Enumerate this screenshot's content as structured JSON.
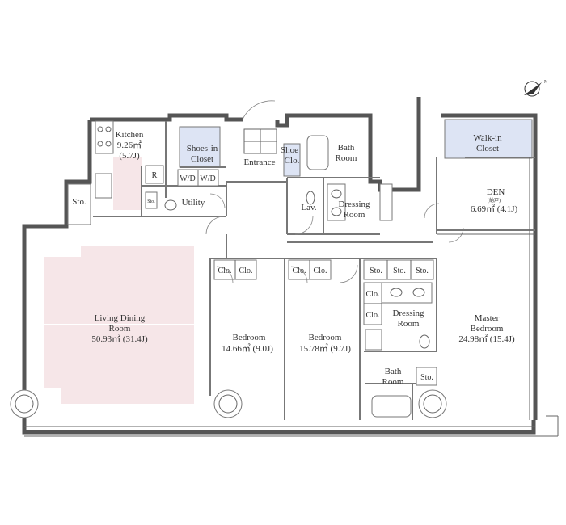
{
  "rooms": {
    "living": {
      "name1": "Living Dining",
      "name2": "Room",
      "area": "50.93㎡ (31.4J)"
    },
    "kitchen": {
      "name": "Kitchen",
      "area": "9.26㎡",
      "jo": "(5.7J)"
    },
    "shoes_closet": {
      "name1": "Shoes-in",
      "name2": "Closet"
    },
    "entrance": "Entrance",
    "shoe_clo": {
      "name1": "Shoe",
      "name2": "Clo."
    },
    "bath_top": {
      "name1": "Bath",
      "name2": "Room"
    },
    "walkin": {
      "name1": "Walk-in",
      "name2": "Closet"
    },
    "den": {
      "name": "DEN",
      "note": "(納戸)",
      "area": "6.69㎡ (4.1J)"
    },
    "lav": "Lav.",
    "dressing_top": {
      "name1": "Dressing",
      "name2": "Room"
    },
    "utility": "Utility",
    "wd1": "W/D",
    "wd2": "W/D",
    "r": "R",
    "sto_small": "Sto.",
    "sto_left": "Sto.",
    "bedroom1": {
      "name": "Bedroom",
      "area": "14.66㎡ (9.0J)"
    },
    "bedroom2": {
      "name": "Bedroom",
      "area": "15.78㎡ (9.7J)"
    },
    "master": {
      "name1": "Master",
      "name2": "Bedroom",
      "area": "24.98㎡ (15.4J)"
    },
    "dressing_mid": {
      "name1": "Dressing",
      "name2": "Room"
    },
    "bath_bottom": {
      "name1": "Bath",
      "name2": "Room"
    },
    "sto_bottom": "Sto."
  },
  "closets": {
    "clo": "Clo.",
    "sto": "Sto."
  },
  "compass": "north-arrow",
  "colors": {
    "living_fill": "#f6e6e8",
    "closet_fill": "#dde4f4",
    "wall": "#555555"
  }
}
